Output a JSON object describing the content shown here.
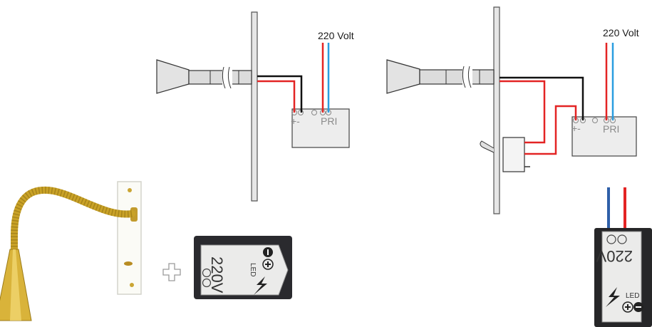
{
  "diagram_left": {
    "voltage_label": "220 Volt",
    "polarity_label": "+-",
    "pri_label": "PRI"
  },
  "diagram_right": {
    "voltage_label": "220 Volt",
    "polarity_label": "+-",
    "pri_label": "PRI"
  },
  "driver_photo_bottom": {
    "voltage_text": "220V",
    "led_text": "LED"
  },
  "driver_photo_right": {
    "voltage_text": "220V",
    "led_text": "LED"
  },
  "colors": {
    "live_wire": "#e32424",
    "neutral_wire": "#2a9de0",
    "negative_wire": "#111111",
    "box_fill": "#ededed",
    "lamp_gold": "#c9a227"
  }
}
